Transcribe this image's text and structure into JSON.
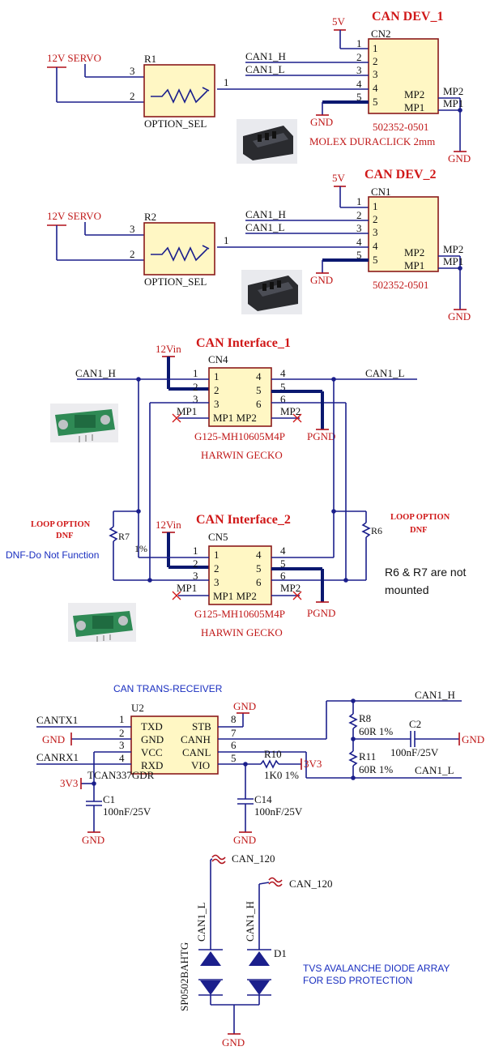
{
  "can_dev_1": {
    "title": "CAN DEV_1",
    "net_5v": "5V",
    "servo_net": "12V SERVO",
    "res_ref": "R1",
    "res_value": "OPTION_SEL",
    "res_pins": [
      "3",
      "2",
      "1"
    ],
    "nets": [
      "CAN1_H",
      "CAN1_L"
    ],
    "gnd": "GND",
    "conn_ref": "CN2",
    "conn_pins": [
      "1",
      "2",
      "3",
      "4",
      "5"
    ],
    "mp": [
      "MP2",
      "MP1"
    ],
    "mp_nets": [
      "MP2",
      "MP1"
    ],
    "gnd_mp": "GND",
    "part": "502352-0501",
    "desc": "MOLEX DURACLICK 2mm"
  },
  "can_dev_2": {
    "title": "CAN DEV_2",
    "net_5v": "5V",
    "servo_net": "12V SERVO",
    "res_ref": "R2",
    "res_value": "OPTION_SEL",
    "res_pins": [
      "3",
      "2",
      "1"
    ],
    "nets": [
      "CAN1_H",
      "CAN1_L"
    ],
    "gnd": "GND",
    "conn_ref": "CN1",
    "conn_pins": [
      "1",
      "2",
      "3",
      "4",
      "5"
    ],
    "mp": [
      "MP2",
      "MP1"
    ],
    "mp_nets": [
      "MP2",
      "MP1"
    ],
    "gnd_mp": "GND",
    "part": "502352-0501"
  },
  "can_if_1": {
    "title": "CAN Interface_1",
    "pwr": "12Vin",
    "ref": "CN4",
    "net_h": "CAN1_H",
    "net_l": "CAN1_L",
    "left_pins": [
      "1",
      "2",
      "3"
    ],
    "right_pins": [
      "4",
      "5",
      "6"
    ],
    "mp_left": "MP1",
    "mp_right": "MP2",
    "body_mp": "MP1 MP2",
    "pgnd": "PGND",
    "part": "G125-MH10605M4P",
    "desc": "HARWIN GECKO"
  },
  "can_if_2": {
    "title": "CAN Interface_2",
    "pwr": "12Vin",
    "ref": "CN5",
    "left_pins": [
      "1",
      "2",
      "3"
    ],
    "right_pins": [
      "4",
      "5",
      "6"
    ],
    "mp_left": "MP1",
    "mp_right": "MP2",
    "body_mp": "MP1 MP2",
    "pgnd": "PGND",
    "part": "G125-MH10605M4P",
    "desc": "HARWIN GECKO"
  },
  "loop": {
    "left_title": "LOOP OPTION",
    "left_dnf": "DNF",
    "right_title": "LOOP OPTION",
    "right_dnf": "DNF",
    "r7": "R7",
    "r6": "R6",
    "pct": "1%",
    "dnf_note": "DNF-Do Not Function",
    "mount_note_1": "R6 & R7 are not",
    "mount_note_2": "mounted"
  },
  "transceiver": {
    "section": "CAN TRANS-RECEIVER",
    "ref": "U2",
    "part": "TCAN337GDR",
    "left_pins": [
      "TXD",
      "GND",
      "VCC",
      "RXD"
    ],
    "right_pins": [
      "STB",
      "CANH",
      "CANL",
      "VIO"
    ],
    "left_nums": [
      "1",
      "2",
      "3",
      "4"
    ],
    "right_nums": [
      "8",
      "7",
      "6",
      "5"
    ],
    "nets_left": [
      "CANTX1",
      "GND",
      "CANRX1"
    ],
    "stb_gnd": "GND",
    "v33": "3V3",
    "c1_ref": "C1",
    "c1_val": "100nF/25V",
    "c1_gnd": "GND",
    "r10_ref": "R10",
    "r10_val": "1K0 1%",
    "r10_net": "3V3",
    "c14_ref": "C14",
    "c14_val": "100nF/25V",
    "c14_gnd": "GND",
    "canh_net": "CAN1_H",
    "canl_net": "CAN1_L",
    "r8_ref": "R8",
    "r8_val": "60R 1%",
    "r11_ref": "R11",
    "r11_val": "60R 1%",
    "c2_ref": "C2",
    "c2_val": "100nF/25V",
    "c2_gnd": "GND"
  },
  "tvs": {
    "can120_a": "CAN_120",
    "can120_b": "CAN_120",
    "net_l": "CAN1_L",
    "net_h": "CAN1_H",
    "part": "SP0502BAHTG",
    "ref": "D1",
    "note_1": "TVS AVALANCHE DIODE ARRAY",
    "note_2": "FOR ESD PROTECTION",
    "gnd": "GND"
  }
}
